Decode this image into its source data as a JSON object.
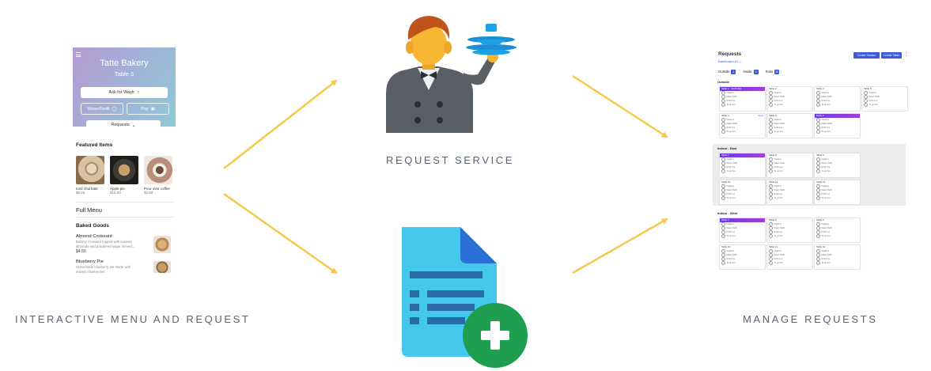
{
  "captions": {
    "left": "INTERACTIVE MENU AND REQUEST",
    "middle": "REQUEST SERVICE",
    "right": "MANAGE REQUESTS"
  },
  "colors": {
    "arrow": "#f5c94a",
    "caption": "#5b6270",
    "doc_blue": "#45c8ee",
    "doc_fold": "#2a6fd6",
    "plus_green": "#1e9e4e",
    "dash_button": "#3b5bdb",
    "dash_active_header": "#7b3fe4"
  },
  "icons": {
    "waiter": "waiter-with-dishes-icon",
    "document": "document-add-icon"
  },
  "phone": {
    "menu_icon": "hamburger-icon",
    "restaurant": "Tatte Bakery",
    "table": "Table 3",
    "ask_button": "Ask for Waytr",
    "water_button": "Water/Refill",
    "pay_button": "Pay",
    "requests_dropdown": "Requests",
    "featured_heading": "Featured Items",
    "featured": [
      {
        "name": "Iced chai latte",
        "price": "$6.00"
      },
      {
        "name": "Apple pie",
        "price": "$15.00"
      },
      {
        "name": "Pour over coffee",
        "price": "$3.50"
      }
    ],
    "full_menu": "Full Menu",
    "category": "Baked Goods",
    "items": [
      {
        "name": "Almond Croissant",
        "desc": "Buttery croissant topped with toasted almonds and powdered sugar served...",
        "price": "$4.50"
      },
      {
        "name": "Blueberry Pie",
        "desc": "Homemade blueberry pie made with organic blueberries",
        "price": ""
      }
    ]
  },
  "dashboard": {
    "title": "Requests",
    "subtitle": "Dashboard #1",
    "create_section": "Create Section",
    "create_table": "Create Table",
    "more_icon": "more-vertical-icon",
    "tabs": [
      {
        "label": "Outside",
        "count": "1"
      },
      {
        "label": "Inside",
        "count": "0"
      },
      {
        "label": "Patio",
        "count": "10"
      }
    ],
    "options": [
      "Napkins",
      "Water Refill",
      "Refill cup",
      "To-go box"
    ],
    "clear_label": "Clear",
    "sections": [
      {
        "name": "Outside",
        "rows": [
          [
            {
              "name": "Table 1 · 15:05 AM",
              "active": true
            },
            {
              "name": "Table 2",
              "active": false
            },
            {
              "name": "Table 3",
              "active": false
            },
            {
              "name": "Table 5",
              "active": false
            }
          ],
          [
            {
              "name": "Table 4",
              "active": false,
              "clear": true
            },
            {
              "name": "Table 5",
              "active": false
            },
            {
              "name": "Table 6",
              "active": true
            }
          ]
        ]
      },
      {
        "name": "Indoor - East",
        "rows": [
          [
            {
              "name": "Table 7",
              "active": true
            },
            {
              "name": "Table 8",
              "active": false
            },
            {
              "name": "Table 9",
              "active": false
            }
          ],
          [
            {
              "name": "Table 10",
              "active": false
            },
            {
              "name": "Table 11",
              "active": false
            },
            {
              "name": "Table 12",
              "active": false
            }
          ]
        ]
      },
      {
        "name": "Indoor - West",
        "rows": [
          [
            {
              "name": "Table 7",
              "active": true
            },
            {
              "name": "Table 8",
              "active": false
            },
            {
              "name": "Table 9",
              "active": false
            }
          ],
          [
            {
              "name": "Table 10",
              "active": false
            },
            {
              "name": "Table 11",
              "active": false
            },
            {
              "name": "Table 12",
              "active": false
            }
          ]
        ]
      }
    ]
  }
}
